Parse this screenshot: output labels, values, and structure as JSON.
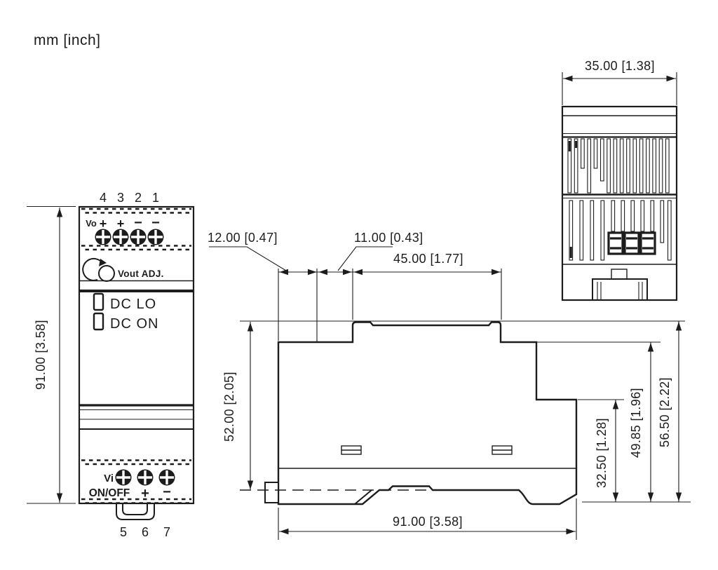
{
  "units_label": "mm [inch]",
  "front_view": {
    "terminal_numbers_top": [
      "4",
      "3",
      "2",
      "1"
    ],
    "output_label": "Vo",
    "output_signs": [
      "+",
      "+",
      "−",
      "−"
    ],
    "adj_label": "Vout ADJ.",
    "led_lo_label": "DC LO",
    "led_on_label": "DC ON",
    "input_label": "Vi",
    "onoff_label": "ON/OFF",
    "input_plus": "+",
    "input_minus": "−",
    "terminal_numbers_bottom": [
      "5",
      "6",
      "7"
    ],
    "height_dim": "91.00 [3.58]"
  },
  "side_view": {
    "dim_12": "12.00 [0.47]",
    "dim_11": "11.00 [0.43]",
    "dim_45": "45.00 [1.77]",
    "dim_52": "52.00 [2.05]",
    "dim_91": "91.00 [3.58]",
    "dim_32_5": "32.50 [1.28]",
    "dim_49_85": "49.85 [1.96]",
    "dim_56_5": "56.50 [2.22]"
  },
  "top_view": {
    "dim_35": "35.00 [1.38]"
  },
  "colors": {
    "line": "#1c1c1c",
    "background": "#ffffff"
  }
}
